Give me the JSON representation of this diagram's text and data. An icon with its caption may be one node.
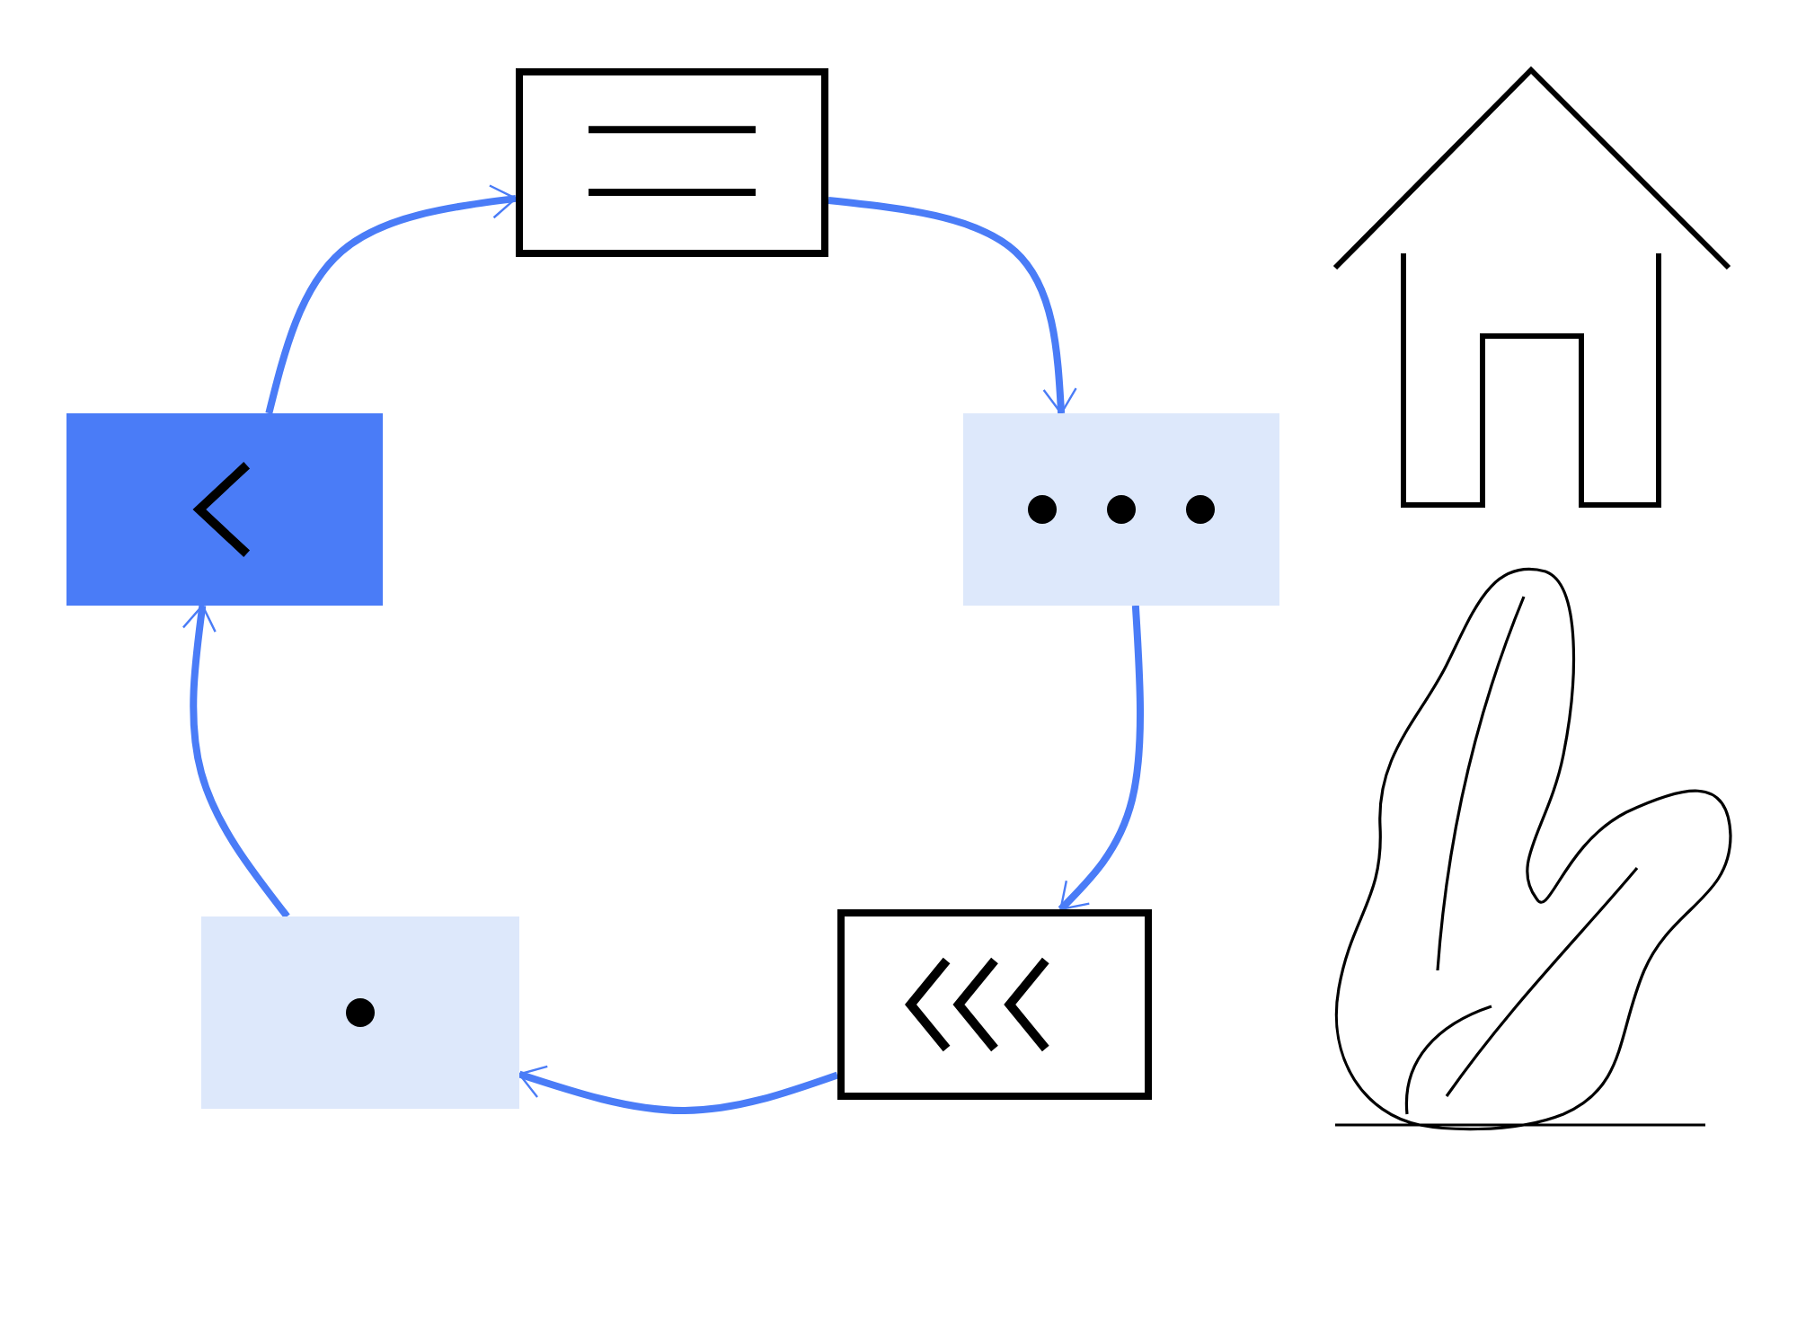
{
  "diagram": {
    "nodes": [
      {
        "text": [],
        "shape": "box"
      },
      {
        "text": [],
        "shape": "box"
      },
      {
        "text": [],
        "shape": "box"
      },
      {
        "text": [],
        "shape": "box"
      },
      {
        "text": [],
        "shape": "box"
      }
    ],
    "edges": [
      {
        "from": 1,
        "to": 0,
        "arrow": "to"
      },
      {
        "from": 0,
        "to": 2,
        "arrow": "to"
      },
      {
        "from": 2,
        "to": 4,
        "arrow": "to"
      },
      {
        "from": 4,
        "to": 3,
        "arrow": "to"
      },
      {
        "from": 3,
        "to": 1,
        "arrow": "to"
      }
    ]
  }
}
